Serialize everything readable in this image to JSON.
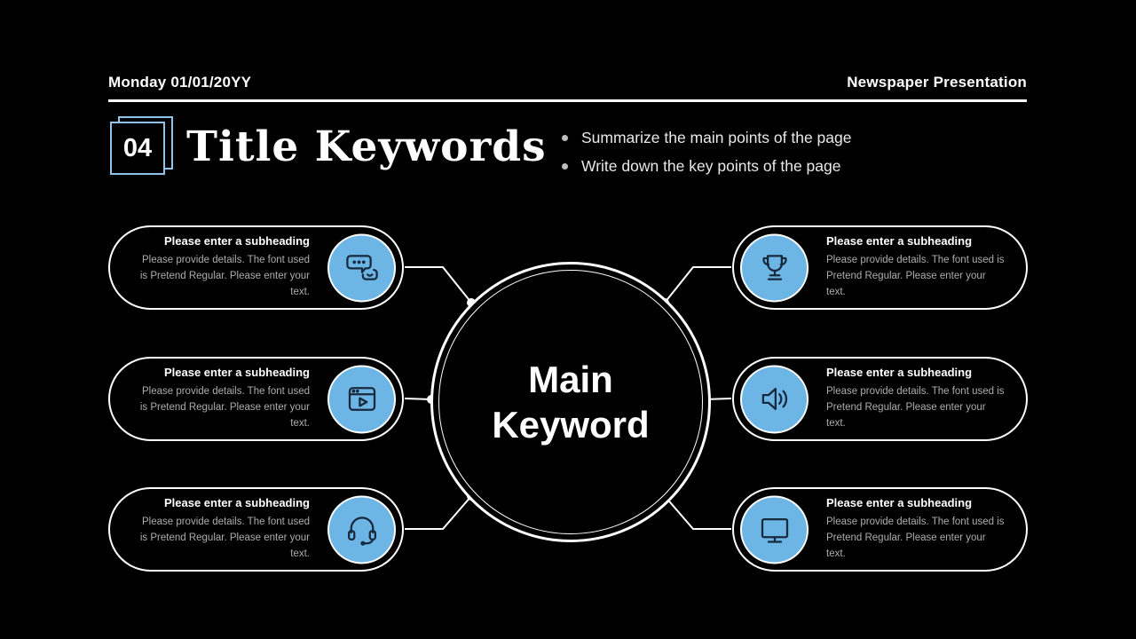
{
  "header": {
    "date": "Monday 01/01/20YY",
    "presentation_title": "Newspaper Presentation"
  },
  "title_section": {
    "number": "04",
    "title": "Title Keywords",
    "bullets": [
      "Summarize the main points of the page",
      "Write down the key points of the page"
    ]
  },
  "center": {
    "line1": "Main",
    "line2": "Keyword"
  },
  "cards": [
    {
      "side": "left",
      "icon": "chat-icon",
      "heading": "Please enter a subheading",
      "body": "Please provide details. The font used is Pretend Regular. Please enter your text."
    },
    {
      "side": "left",
      "icon": "video-player-icon",
      "heading": "Please enter a subheading",
      "body": "Please provide details. The font used is Pretend Regular. Please enter your text."
    },
    {
      "side": "left",
      "icon": "headset-icon",
      "heading": "Please enter a subheading",
      "body": "Please provide details. The font used is Pretend Regular. Please enter your text."
    },
    {
      "side": "right",
      "icon": "trophy-icon",
      "heading": "Please enter a subheading",
      "body": "Please provide details. The font used is Pretend Regular. Please enter your text."
    },
    {
      "side": "right",
      "icon": "speaker-icon",
      "heading": "Please enter a subheading",
      "body": "Please provide details. The font used is Pretend Regular. Please enter your text."
    },
    {
      "side": "right",
      "icon": "monitor-icon",
      "heading": "Please enter a subheading",
      "body": "Please provide details. The font used is Pretend Regular. Please enter your text."
    }
  ],
  "colors": {
    "background": "#000000",
    "accent_blue": "#6cb5e5",
    "badge_border_blue": "#8fc3e9",
    "text_white": "#ffffff",
    "text_gray": "#adadad"
  }
}
